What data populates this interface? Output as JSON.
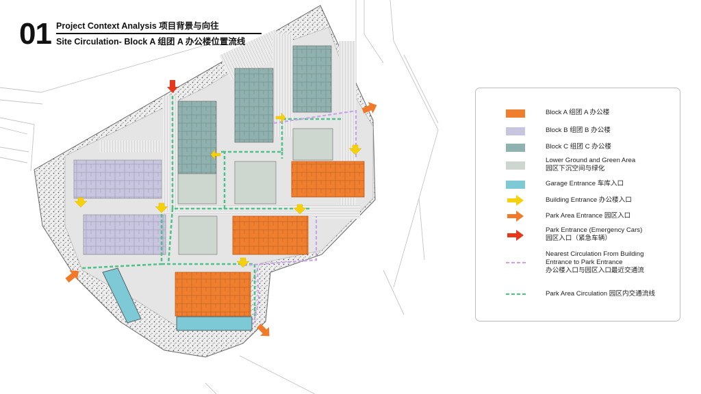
{
  "header": {
    "number": "01",
    "title_line1": "Project Context Analysis 项目背景与向往",
    "title_line2": "Site Circulation- Block A 组团 A 办公楼位置流线"
  },
  "colors": {
    "block_a": "#f07e2f",
    "block_b": "#c8c5e0",
    "block_c": "#8fb2b0",
    "lower_ground": "#cdd7cf",
    "garage": "#7ec9d6",
    "building_entrance": "#f5d00c",
    "park_entrance": "#f07a2a",
    "emergency_entrance": "#e8381c",
    "nearest_circulation": "#c9a3e8",
    "park_circulation": "#4fc18a"
  },
  "legend": {
    "items": [
      {
        "key": "block_a",
        "symbol": "box",
        "label": "Block A 组团 A 办公楼"
      },
      {
        "key": "block_b",
        "symbol": "box",
        "label": "Block B 组团 B 办公楼"
      },
      {
        "key": "block_c",
        "symbol": "box",
        "label": "Block C 组团 C 办公楼"
      },
      {
        "key": "lower_ground",
        "symbol": "box",
        "label": "Lower Ground and Green Area\n园区下沉空间与绿化"
      },
      {
        "key": "garage",
        "symbol": "box",
        "label": "Garage Entrance 车库入口"
      },
      {
        "key": "building_entrance",
        "symbol": "arrow",
        "label": "Building Entrance 办公楼入口"
      },
      {
        "key": "park_entrance",
        "symbol": "arrow",
        "label": "Park Area Entrance 园区入口"
      },
      {
        "key": "emergency_entrance",
        "symbol": "arrow",
        "label": "Park Entrance (Emergency Cars)\n园区入口（紧急车辆）"
      },
      {
        "key": "nearest_circulation",
        "symbol": "dash",
        "label": "Nearest Circulation From Building\nEntrance to Park Entrance\n办公楼入口与园区入口最近交通流"
      },
      {
        "key": "park_circulation",
        "symbol": "dash",
        "label": "Park Area Circulation 园区内交通流线"
      }
    ]
  }
}
